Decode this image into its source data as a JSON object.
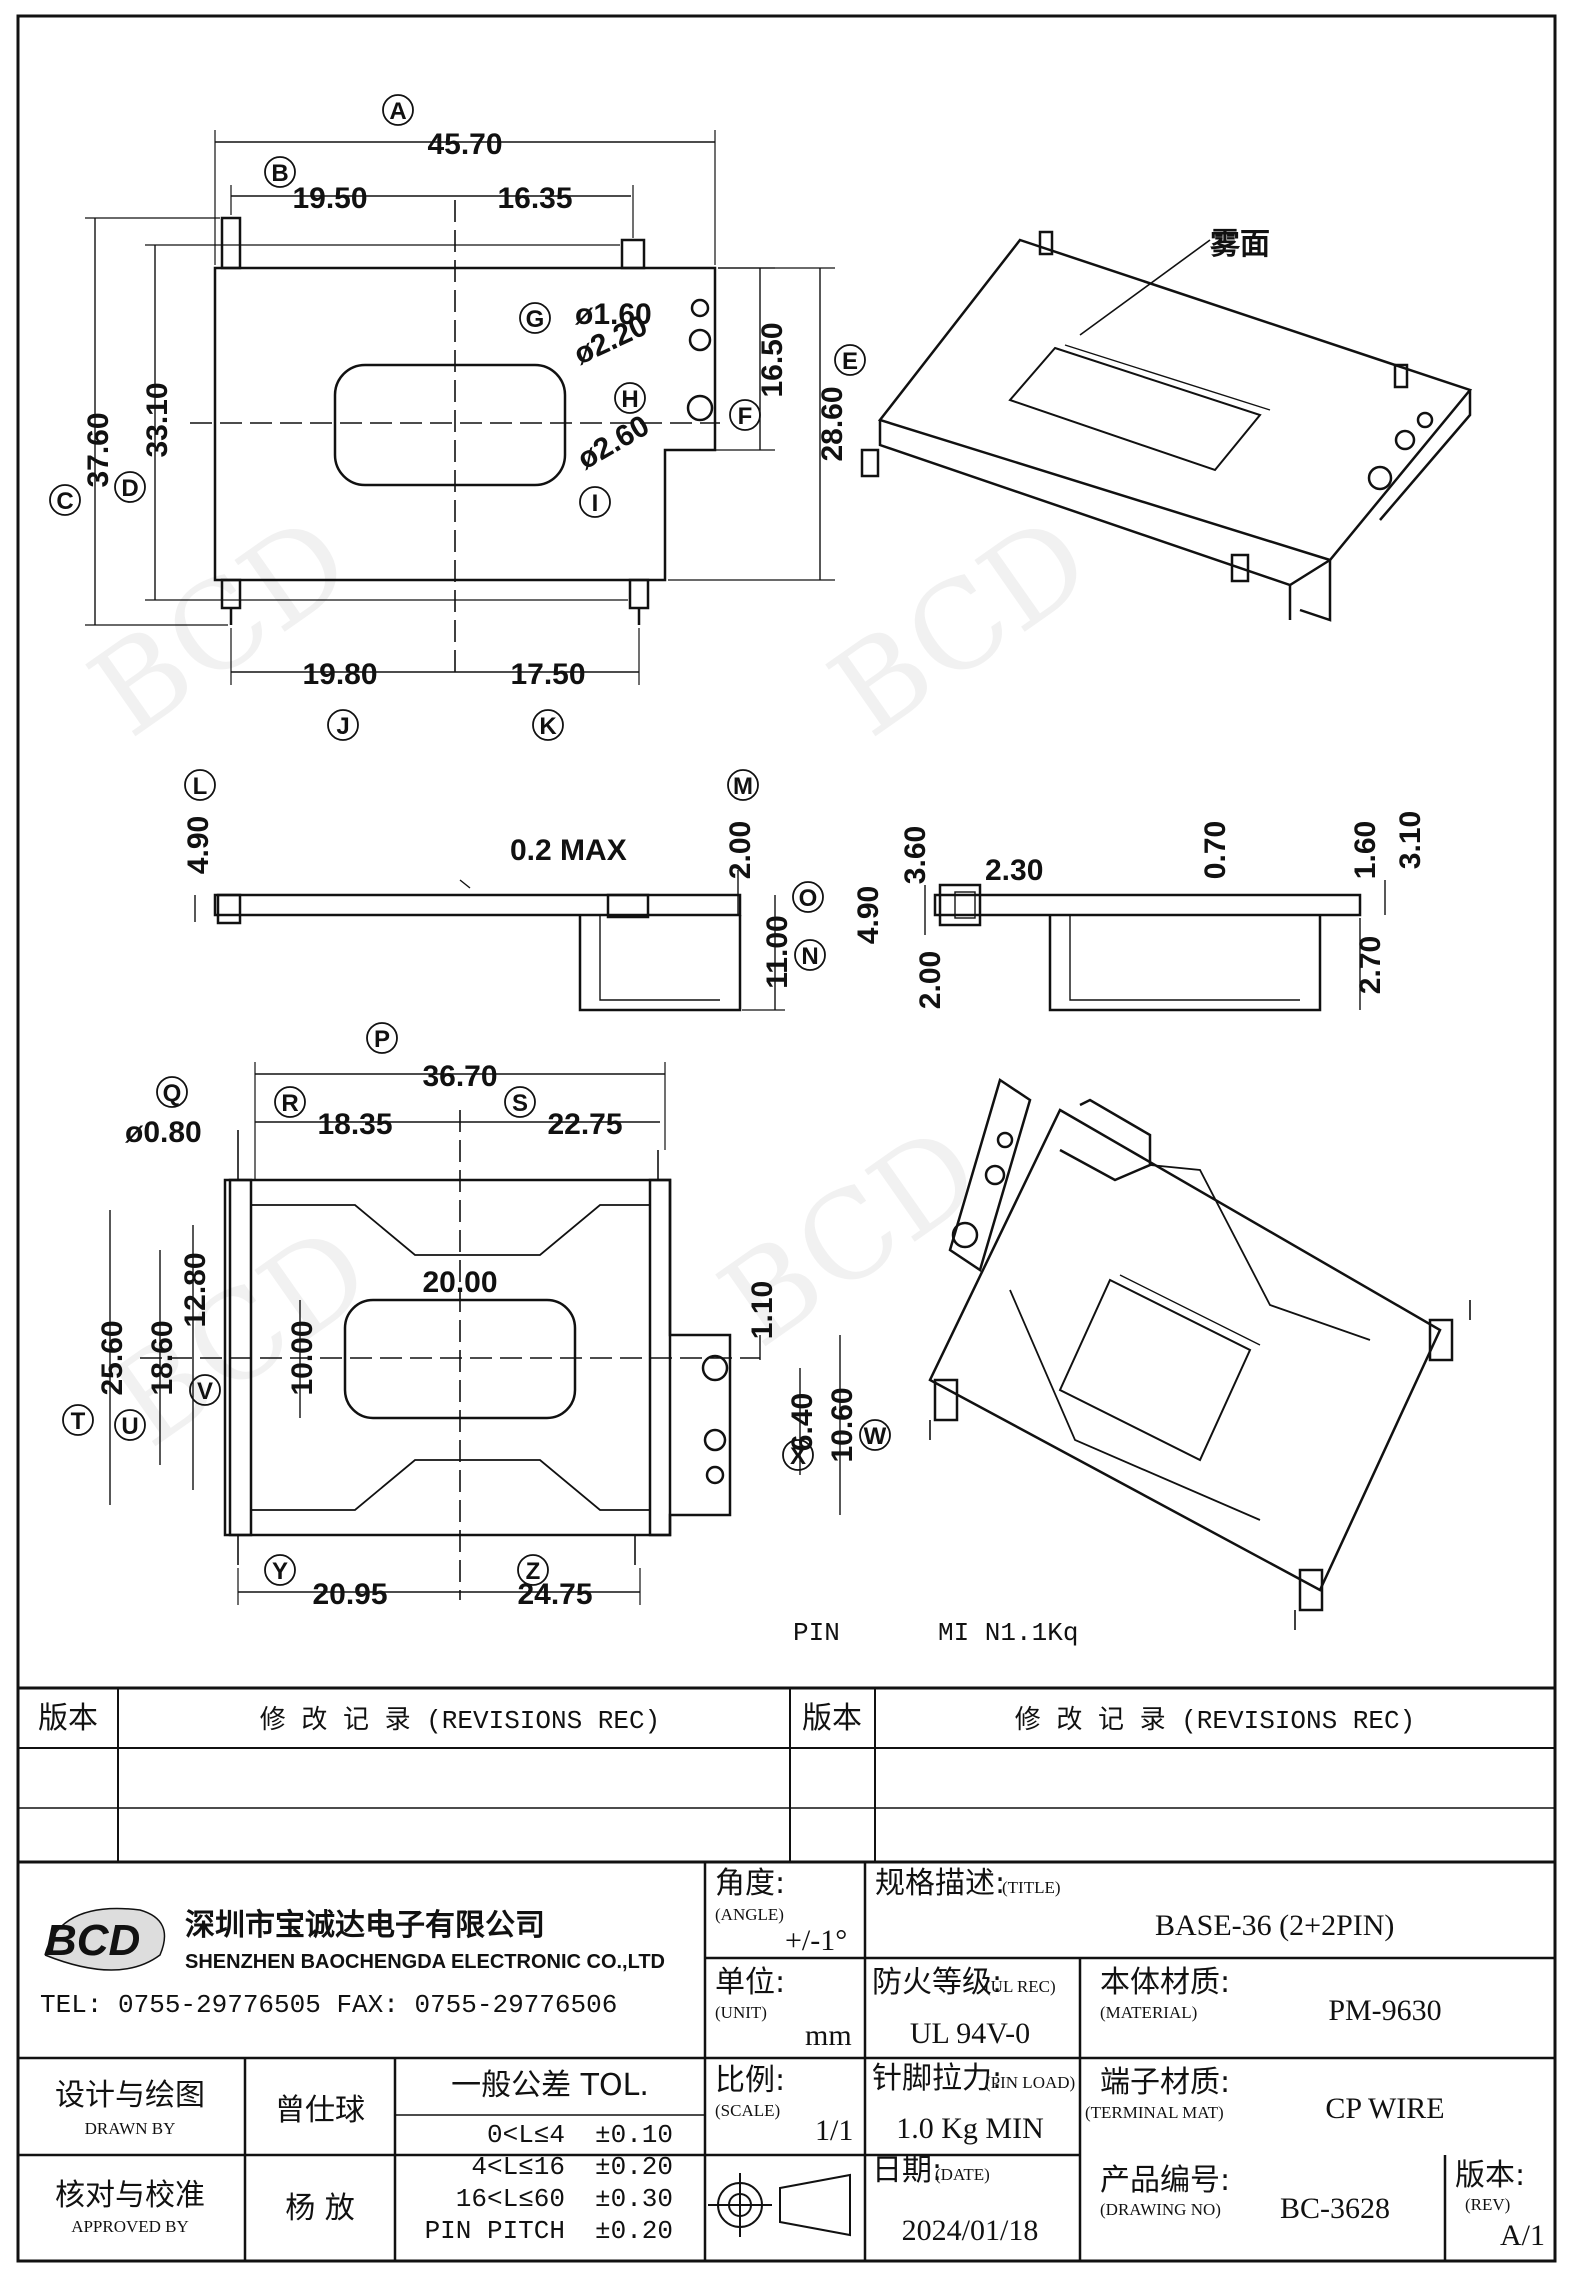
{
  "drawing": {
    "top_view": {
      "dims": [
        "45.70",
        "19.50",
        "16.35",
        "37.60",
        "33.10",
        "16.50",
        "28.60",
        "19.80",
        "17.50"
      ],
      "holes": [
        "ø1.60",
        "ø2.20",
        "ø2.60"
      ],
      "labels": [
        "A",
        "B",
        "C",
        "D",
        "E",
        "F",
        "G",
        "H",
        "I",
        "J",
        "K"
      ]
    },
    "iso_note": "雾面",
    "side_view": {
      "dims": [
        "4.90",
        "0.2 MAX",
        "2.00",
        "11.00"
      ],
      "labels": [
        "L",
        "M",
        "N",
        "O"
      ]
    },
    "end_view": {
      "dims": [
        "3.60",
        "2.30",
        "0.70",
        "1.60",
        "3.10",
        "4.90",
        "2.00",
        "2.70"
      ]
    },
    "bottom_view": {
      "dims": [
        "36.70",
        "ø0.80",
        "18.35",
        "22.75",
        "20.00",
        "25.60",
        "18.60",
        "12.80",
        "10.00",
        "1.10",
        "6.40",
        "10.60",
        "20.95",
        "24.75"
      ],
      "labels": [
        "P",
        "Q",
        "R",
        "S",
        "T",
        "U",
        "V",
        "W",
        "X",
        "Y",
        "Z"
      ]
    },
    "pin_note": "PIN",
    "force_note": "MI N1.1Kq"
  },
  "revisions": {
    "ver_label": "版本",
    "rec_label": "修 改 记 录 (REVISIONS REC)"
  },
  "title_block": {
    "company_cn": "深圳市宝诚达电子有限公司",
    "company_en": "SHENZHEN BAOCHENGDA ELECTRONIC CO.,LTD",
    "logo": "BCD",
    "tel_fax": "TEL: 0755-29776505  FAX: 0755-29776506",
    "angle_label": "角度:",
    "angle_en": "(ANGLE)",
    "angle_value": "+/-1°",
    "title_label": "规格描述:",
    "title_en": "(TITLE)",
    "title_value": "BASE-36 (2+2PIN)",
    "unit_label": "单位:",
    "unit_en": "(UNIT)",
    "unit_value": "mm",
    "fire_label": "防火等级:",
    "fire_en": "(UL REC)",
    "fire_value": "UL 94V-0",
    "material_label": "本体材质:",
    "material_en": "(MATERIAL)",
    "material_value": "PM-9630",
    "drawn_label": "设计与绘图",
    "drawn_en": "DRAWN BY",
    "drawn_value": "曾仕球",
    "tol_label": "一般公差 TOL.",
    "tol_rows": [
      {
        "range": "0<L≤4",
        "value": "±0.10"
      },
      {
        "range": "4<L≤16",
        "value": "±0.20"
      },
      {
        "range": "16<L≤60",
        "value": "±0.30"
      },
      {
        "range": "PIN PITCH",
        "value": "±0.20"
      }
    ],
    "scale_label": "比例:",
    "scale_en": "(SCALE)",
    "scale_value": "1/1",
    "pin_load_label": "针脚拉力:",
    "pin_load_en": "(PIN LOAD)",
    "pin_load_value": "1.0 Kg MIN",
    "terminal_label": "端子材质:",
    "terminal_en": "(TERMINAL MAT)",
    "terminal_value": "CP WIRE",
    "approved_label": "核对与校准",
    "approved_en": "APPROVED BY",
    "approved_value": "杨 放",
    "date_label": "日期:",
    "date_en": "(DATE)",
    "date_value": "2024/01/18",
    "drawing_no_label": "产品编号:",
    "drawing_no_en": "(DRAWING NO)",
    "drawing_no_value": "BC-3628",
    "rev_label": "版本:",
    "rev_en": "(REV)",
    "rev_value": "A/1"
  }
}
